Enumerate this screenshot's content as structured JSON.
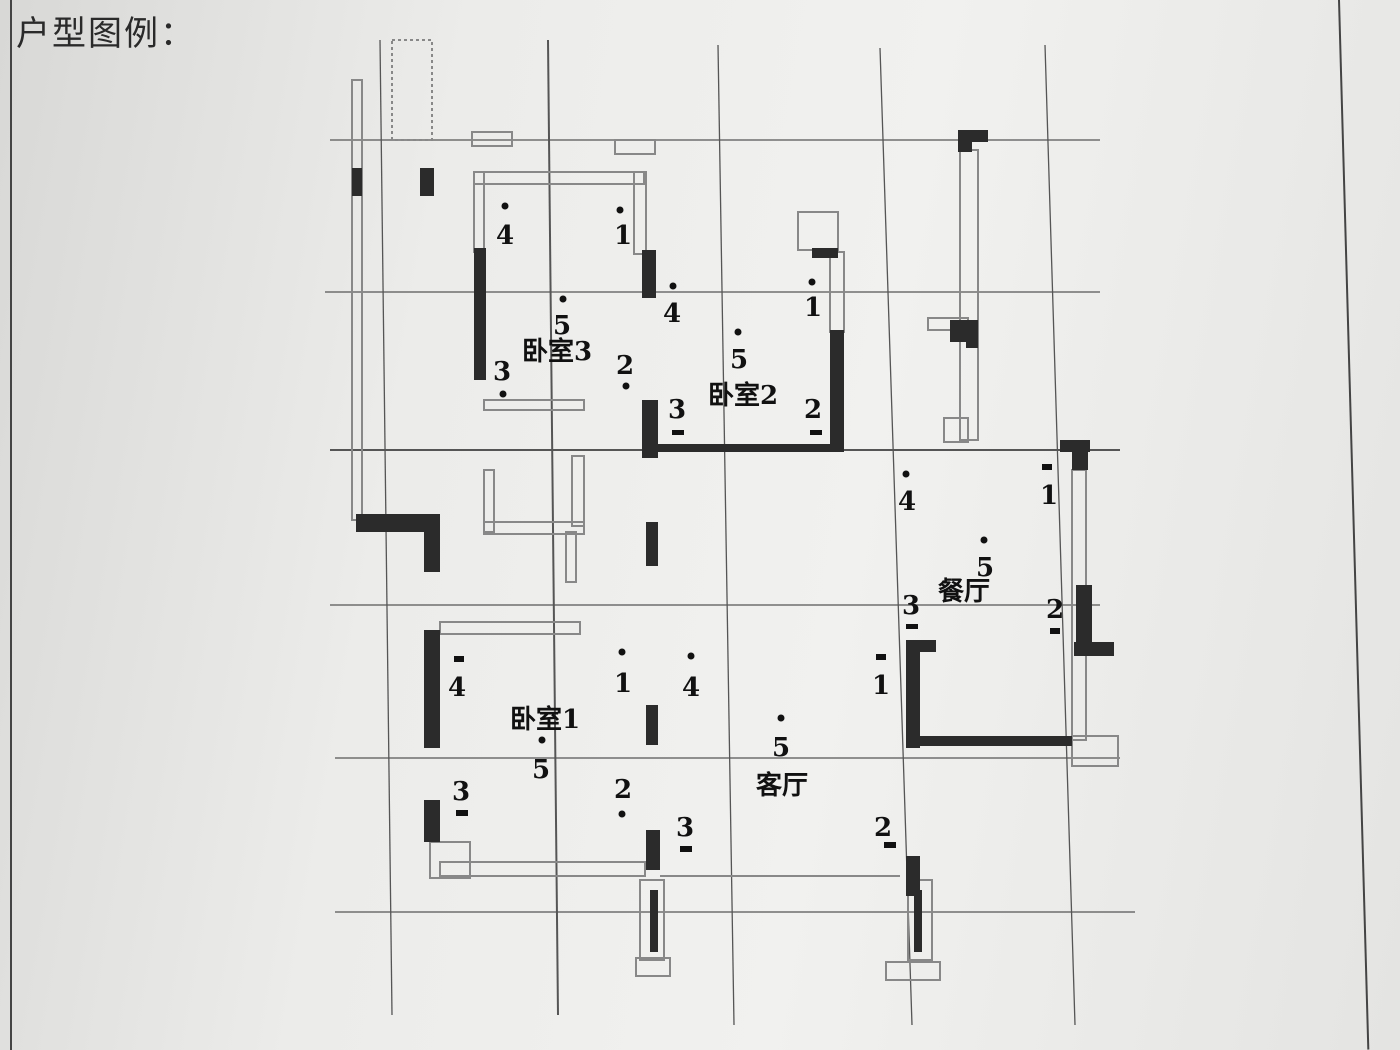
{
  "page": {
    "title": "户型图例："
  },
  "rooms": [
    {
      "id": "bedroom-3",
      "label": "卧室3",
      "markers": [
        "1",
        "2",
        "3",
        "4",
        "5"
      ]
    },
    {
      "id": "bedroom-2",
      "label": "卧室2",
      "markers": [
        "1",
        "2",
        "3",
        "4",
        "5"
      ]
    },
    {
      "id": "bedroom-1",
      "label": "卧室1",
      "markers": [
        "1",
        "2",
        "3",
        "4",
        "5"
      ]
    },
    {
      "id": "living-room",
      "label": "客厅",
      "markers": [
        "1",
        "2",
        "3",
        "4",
        "5"
      ]
    },
    {
      "id": "dining-room",
      "label": "餐厅",
      "markers": [
        "1",
        "2",
        "3",
        "4",
        "5"
      ]
    }
  ],
  "colors": {
    "wall": "#2b2b2b",
    "grid": "#555555",
    "thin_wall": "#888888",
    "paper": "#eeeeec"
  }
}
